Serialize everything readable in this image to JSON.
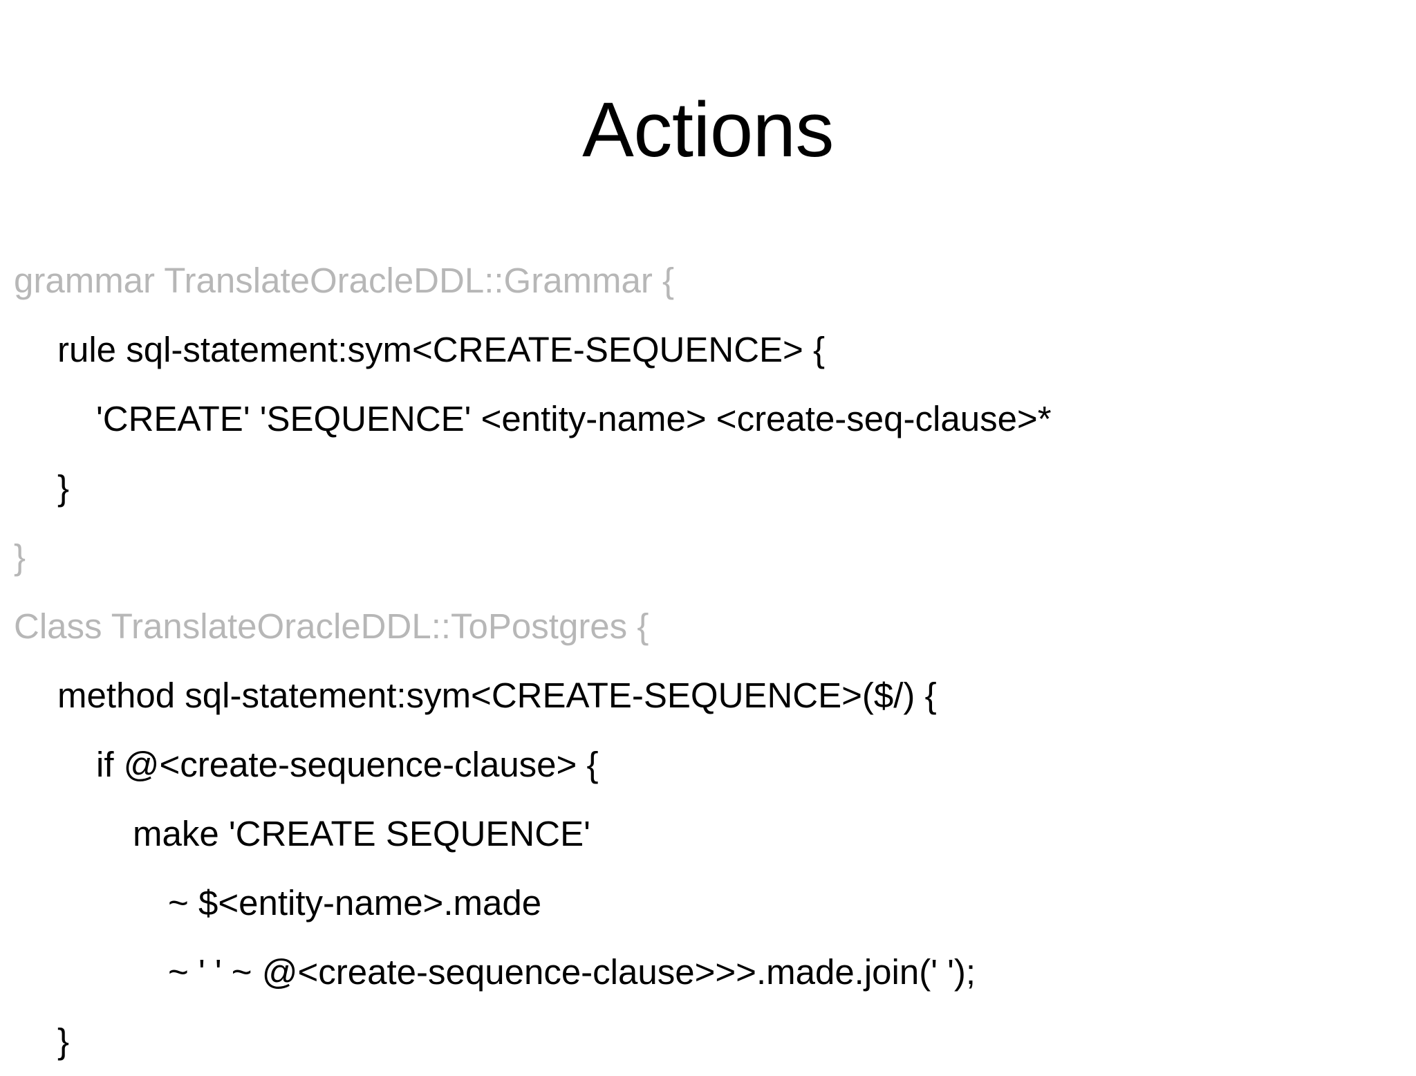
{
  "slide": {
    "title": "Actions",
    "background_color": "#ffffff",
    "text_color": "#000000",
    "dim_text_color": "#b7b7b7"
  },
  "code": {
    "language": "raku",
    "lines": [
      {
        "text": "grammar TranslateOracleDDL::Grammar {",
        "indent": 0,
        "dim": true
      },
      {
        "text": "rule sql-statement:sym<CREATE-SEQUENCE> {",
        "indent": 1,
        "dim": false
      },
      {
        "text": "'CREATE' 'SEQUENCE' <entity-name> <create-seq-clause>*",
        "indent": 2,
        "dim": false
      },
      {
        "text": "}",
        "indent": 1,
        "dim": false
      },
      {
        "text": "}",
        "indent": 0,
        "dim": true
      },
      {
        "text": "Class TranslateOracleDDL::ToPostgres {",
        "indent": 0,
        "dim": true
      },
      {
        "text": "method sql-statement:sym<CREATE-SEQUENCE>($/) {",
        "indent": 1,
        "dim": false
      },
      {
        "text": "if @<create-sequence-clause> {",
        "indent": 2,
        "dim": false
      },
      {
        "text": "make 'CREATE SEQUENCE'",
        "indent": 3,
        "dim": false
      },
      {
        "text": "~ $<entity-name>.made",
        "indent": 4,
        "dim": false
      },
      {
        "text": "~ ' ' ~ @<create-sequence-clause>>>.made.join(' ');",
        "indent": 4,
        "dim": false
      },
      {
        "text": "}",
        "indent": 1,
        "dim": false
      }
    ]
  }
}
